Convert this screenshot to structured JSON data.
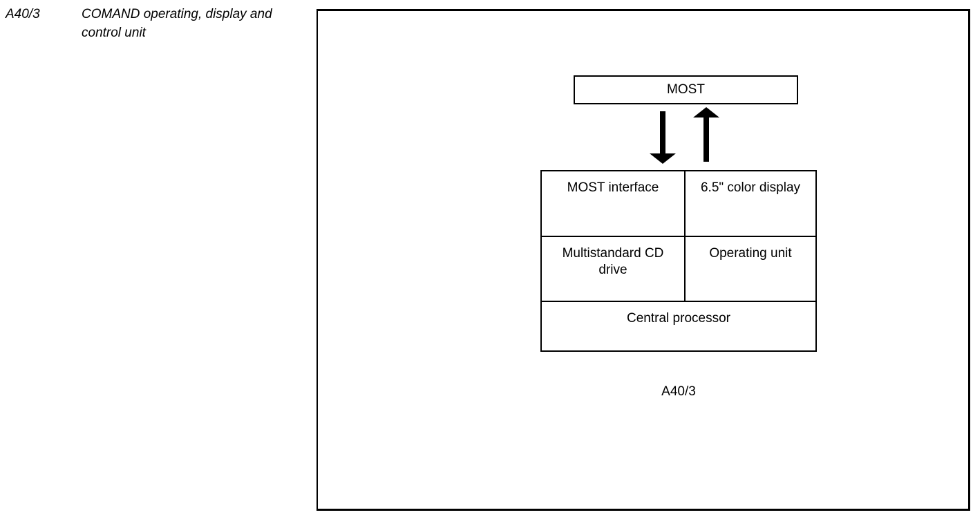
{
  "page": {
    "background_color": "#ffffff",
    "line_color": "#000000"
  },
  "legend": {
    "ref": "A40/3",
    "description_line1": "COMAND operating, display and",
    "description_line2": "control unit"
  },
  "diagram": {
    "bus_box": {
      "label": "MOST"
    },
    "arrows": {
      "down_icon": "arrow-down",
      "up_icon": "arrow-up"
    },
    "unit_blocks": {
      "most_interface": "MOST interface",
      "color_display": "6.5\" color display",
      "cd_drive": "Multistandard CD drive",
      "operating_unit": "Operating unit",
      "central_processor": "Central processor"
    },
    "caption": "A40/3"
  }
}
